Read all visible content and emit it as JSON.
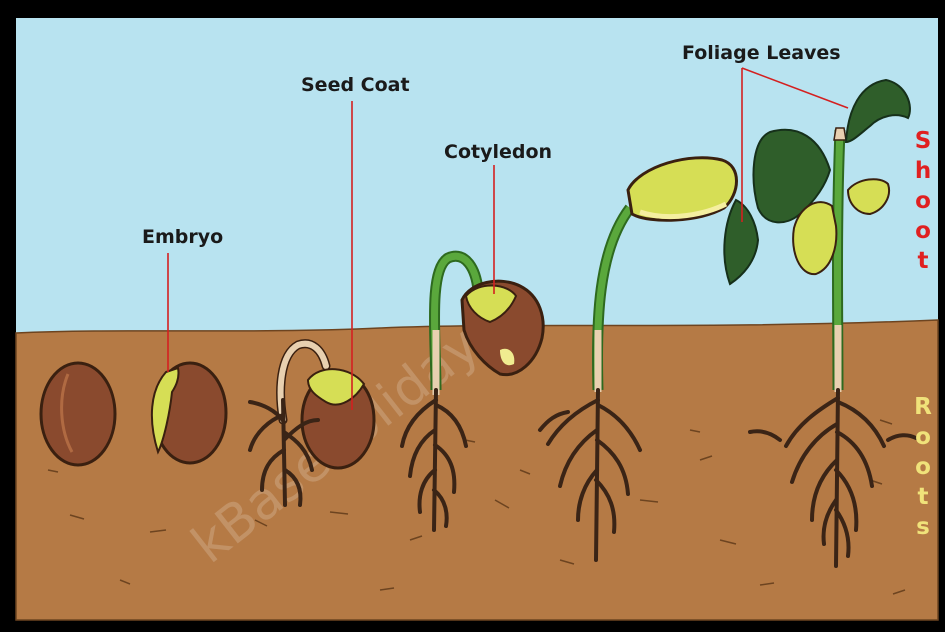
{
  "labels": {
    "embryo": "Embryo",
    "seed_coat": "Seed Coat",
    "cotyledon": "Cotyledon",
    "foliage_leaves": "Foliage Leaves"
  },
  "side_labels": {
    "shoot": [
      "S",
      "h",
      "o",
      "o",
      "t"
    ],
    "roots": [
      "R",
      "o",
      "o",
      "t",
      "s"
    ]
  },
  "watermark": "kBaseholiday",
  "colors": {
    "sky": "#b8e3f0",
    "soil": "#b57a45",
    "soil_dark": "#8a5a2e",
    "seed": "#8a4a2e",
    "cotyledon": "#d6de55",
    "stem": "#5aa83c",
    "leaf": "#2f5e2a",
    "root": "#3a2416",
    "leader_line": "#d42020",
    "shoot_text": "#e02020",
    "roots_text": "#f0e27a"
  }
}
